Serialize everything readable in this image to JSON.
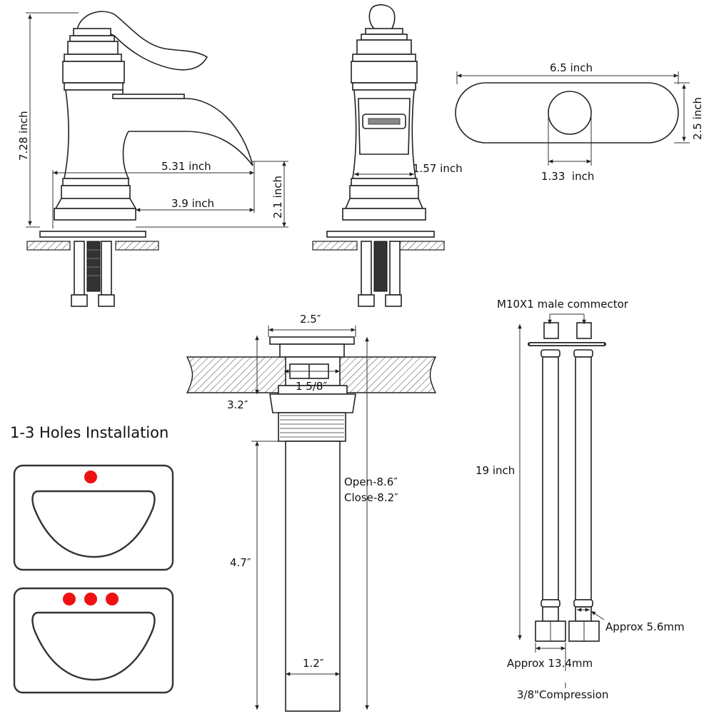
{
  "faucet": {
    "height": "7.28 inch",
    "spout_reach": "5.31 inch",
    "base_to_spout": "3.9 inch",
    "spout_height": "2.1 inch",
    "side_depth": "1.57 inch"
  },
  "deck_plate": {
    "length": "6.5 inch",
    "width": "2.5 inch",
    "hole": "1.33  inch"
  },
  "drain": {
    "cap": "2.5″",
    "thread": "1 5/8″",
    "upper": "3.2″",
    "open": "Open-8.6″",
    "close": "Close-8.2″",
    "lower": "4.7″",
    "pipe": "1.2″"
  },
  "hoses": {
    "connector": "M10X1 male commector",
    "length": "19 inch",
    "inner": "Approx 5.6mm",
    "outer": "Approx 13.4mm",
    "compression": "3/8\"Compression"
  },
  "install": {
    "title": "1-3 Holes Installation",
    "hole_color": "#ee1111"
  }
}
